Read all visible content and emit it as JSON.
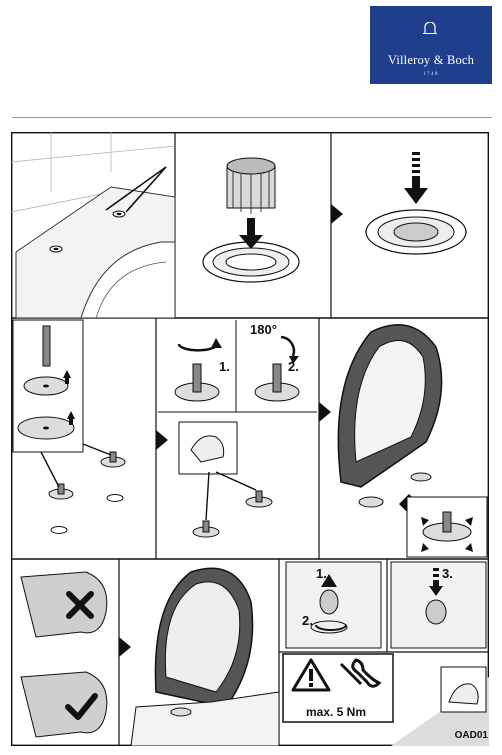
{
  "logo": {
    "brand": "Villeroy & Boch",
    "year": "1748",
    "icon": "arch-logo-icon",
    "color": "#1f3f8c"
  },
  "steps": {
    "turn_step": "1.",
    "angle": "180°",
    "flip_step": "2.",
    "lift_step": "1.",
    "rotate_step": "2.",
    "press_step": "3."
  },
  "warning": {
    "icons": [
      "warning-triangle-icon",
      "wrench-icon"
    ],
    "text": "max. 5 Nm"
  },
  "icons": {
    "wrong": "cross-icon",
    "right": "check-icon"
  },
  "code": "OAD01"
}
